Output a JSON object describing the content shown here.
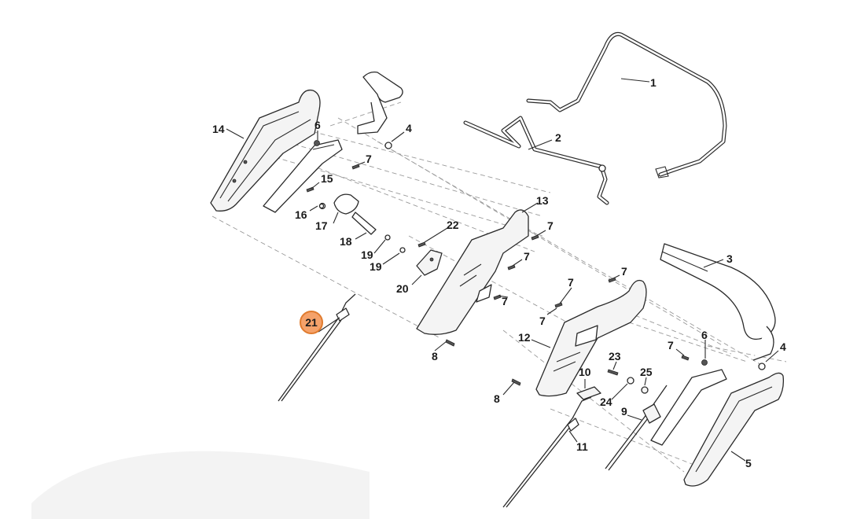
{
  "diagram": {
    "highlight_color": "#f5a26a",
    "highlight_stroke": "#e07b2e",
    "highlighted_label": "21",
    "callouts": [
      {
        "id": "c1",
        "label": "1"
      },
      {
        "id": "c2",
        "label": "2"
      },
      {
        "id": "c3",
        "label": "3"
      },
      {
        "id": "c4a",
        "label": "4"
      },
      {
        "id": "c4b",
        "label": "4"
      },
      {
        "id": "c5",
        "label": "5"
      },
      {
        "id": "c6a",
        "label": "6"
      },
      {
        "id": "c6b",
        "label": "6"
      },
      {
        "id": "c7a",
        "label": "7"
      },
      {
        "id": "c7b",
        "label": "7"
      },
      {
        "id": "c7c",
        "label": "7"
      },
      {
        "id": "c7d",
        "label": "7"
      },
      {
        "id": "c7e",
        "label": "7"
      },
      {
        "id": "c7f",
        "label": "7"
      },
      {
        "id": "c7g",
        "label": "7"
      },
      {
        "id": "c7h",
        "label": "7"
      },
      {
        "id": "c8a",
        "label": "8"
      },
      {
        "id": "c8b",
        "label": "8"
      },
      {
        "id": "c9",
        "label": "9"
      },
      {
        "id": "c10",
        "label": "10"
      },
      {
        "id": "c11",
        "label": "11"
      },
      {
        "id": "c12",
        "label": "12"
      },
      {
        "id": "c13",
        "label": "13"
      },
      {
        "id": "c14",
        "label": "14"
      },
      {
        "id": "c15",
        "label": "15"
      },
      {
        "id": "c16",
        "label": "16"
      },
      {
        "id": "c17",
        "label": "17"
      },
      {
        "id": "c18",
        "label": "18"
      },
      {
        "id": "c19a",
        "label": "19"
      },
      {
        "id": "c19b",
        "label": "19"
      },
      {
        "id": "c20",
        "label": "20"
      },
      {
        "id": "c22",
        "label": "22"
      },
      {
        "id": "c23",
        "label": "23"
      },
      {
        "id": "c24",
        "label": "24"
      },
      {
        "id": "c25",
        "label": "25"
      }
    ]
  }
}
